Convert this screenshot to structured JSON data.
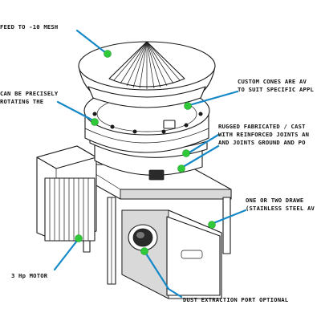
{
  "callouts": {
    "feed": "FEED TO -10 MESH",
    "precise_1": "CAN BE PRECISELY",
    "precise_2": "ROTATING THE",
    "cones_1": "CUSTOM CONES ARE AV",
    "cones_2": "TO SUIT SPECIFIC APPL",
    "rugged_1": "RUGGED FABRICATED / CAST",
    "rugged_2": "WITH REINFORCED JOINTS AN",
    "rugged_3": "AND JOINTS GROUND AND PO",
    "drawer_1": "ONE OR TWO DRAWE",
    "drawer_2": "(STAINLESS STEEL AV",
    "motor": "3 Hp MOTOR",
    "dust": "DUST EXTRACTION PORT OPTIONAL"
  },
  "colors": {
    "leader_line": "#1588c8",
    "callout_dot": "#2fc93a",
    "ink": "#1a1a1a"
  }
}
